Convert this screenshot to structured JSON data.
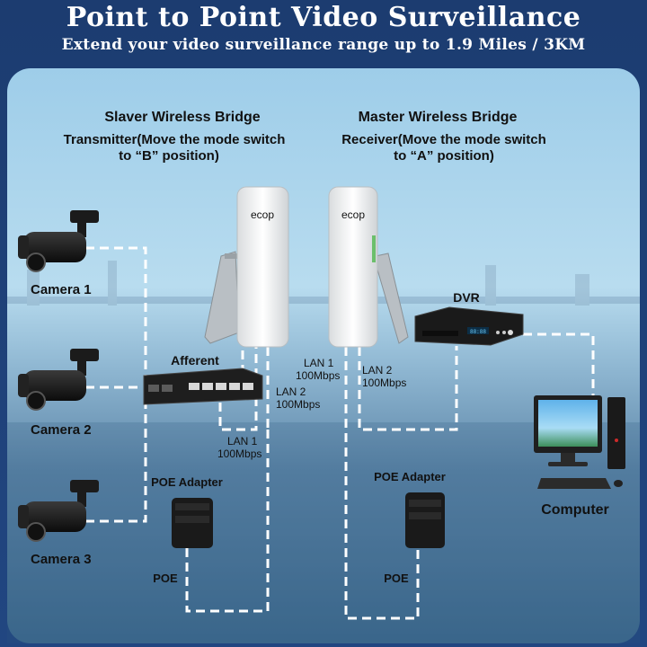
{
  "title": "Point to Point Video Surveillance",
  "subtitle": "Extend your video surveillance range up to 1.9 Miles / 3KM",
  "slaver": {
    "heading": "Slaver Wireless Bridge",
    "line1": "Transmitter(Move the mode switch",
    "line2": "to “B” position)"
  },
  "master": {
    "heading": "Master Wireless Bridge",
    "line1": "Receiver(Move the mode switch",
    "line2": "to “A” position)"
  },
  "brand": "ecop",
  "cameras": [
    "Camera 1",
    "Camera 2",
    "Camera 3"
  ],
  "switch_label": "Afferent",
  "dvr_label": "DVR",
  "computer_label": "Computer",
  "poe_adapter_label": "POE Adapter",
  "poe_label": "POE",
  "left_lan1": [
    "LAN 1",
    "100Mbps"
  ],
  "left_lan2": [
    "LAN 2",
    "100Mbps"
  ],
  "right_lan1": [
    "LAN 1",
    "100Mbps"
  ],
  "right_lan2": [
    "LAN 2",
    "100Mbps"
  ],
  "dvr_display": "88:88"
}
